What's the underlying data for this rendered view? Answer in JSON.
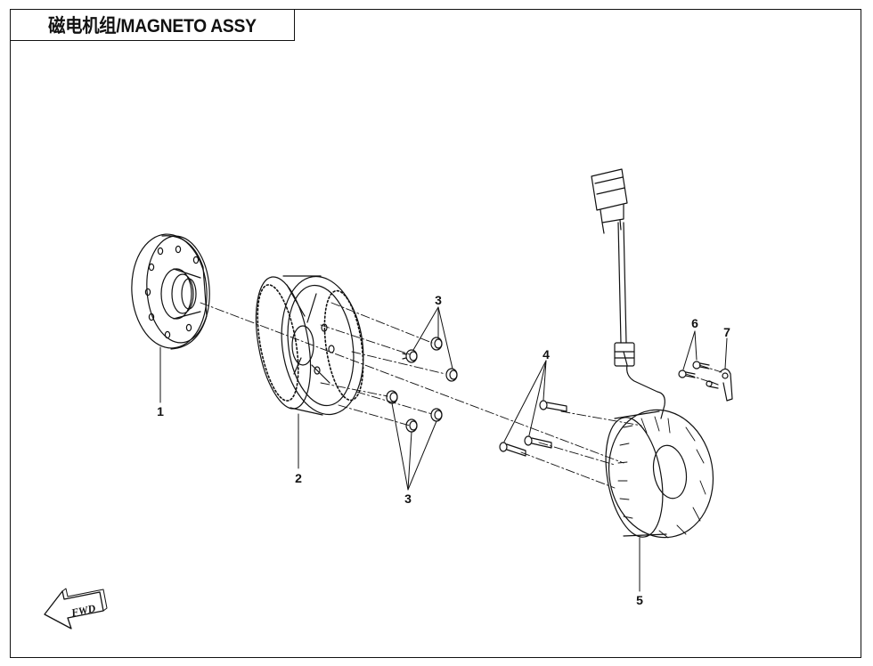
{
  "title": "磁电机组/MAGNETO ASSY",
  "callouts": {
    "c1": "1",
    "c2": "2",
    "c3a": "3",
    "c3b": "3",
    "c4": "4",
    "c5": "5",
    "c6": "6",
    "c7": "7"
  },
  "direction_label": "FWD",
  "icons": {
    "direction": "fwd-arrow-icon"
  }
}
